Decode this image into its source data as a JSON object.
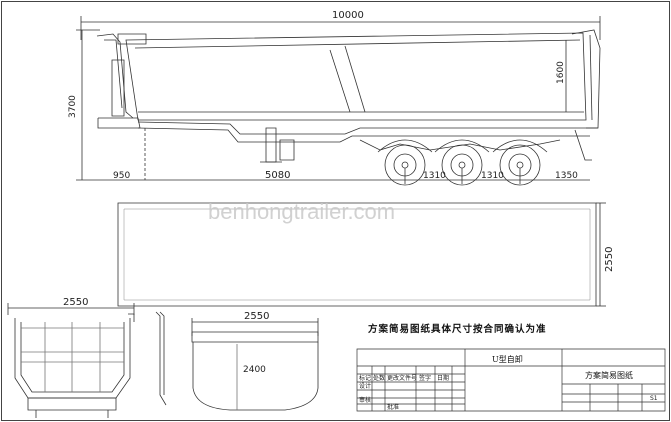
{
  "side_view": {
    "overall_length": "10000",
    "overall_height": "3700",
    "body_height": "1600",
    "front_overhang": "950",
    "kingpin_to_axle": "5080",
    "axle_spacing_1": "1310",
    "axle_spacing_2": "1310",
    "rear_overhang": "1350"
  },
  "top_view": {
    "width": "2550",
    "watermark": "benhongtrailer.com"
  },
  "rear_view": {
    "width": "2550"
  },
  "cross_section": {
    "width": "2550",
    "depth": "2400"
  },
  "note": "方案简易图纸具体尺寸按合同确认为准",
  "title_block": {
    "type_label": "U型自卸",
    "drawing_title": "方案简易图纸",
    "sheet_code": "S1",
    "labels": [
      "标记",
      "处数",
      "更改文件号",
      "签字",
      "日期",
      "设计",
      "审核",
      "批准"
    ]
  }
}
